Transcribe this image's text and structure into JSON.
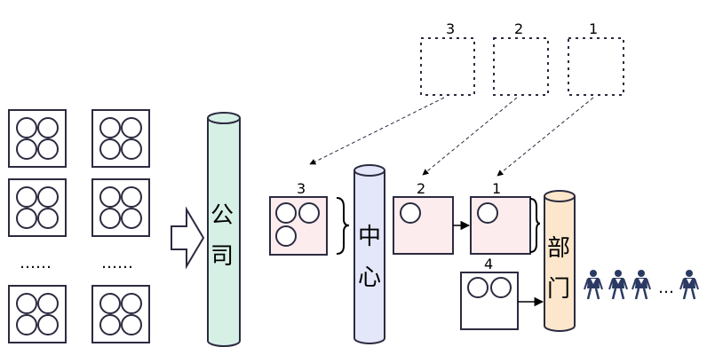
{
  "cylinders": {
    "company": "公司",
    "center": "中心",
    "department": "部门"
  },
  "dashed_boxes": [
    "3",
    "2",
    "1"
  ],
  "stage_boxes": {
    "box3": "3",
    "box2": "2",
    "box1": "1",
    "box4": "4"
  },
  "ellipsis": {
    "left_col1": "……",
    "left_col2": "……",
    "people": "…"
  },
  "colors": {
    "company_fill": "#d6f0e6",
    "center_fill": "#e4e6fa",
    "department_fill": "#fde7cc",
    "stage_fill": "#fdecee"
  }
}
